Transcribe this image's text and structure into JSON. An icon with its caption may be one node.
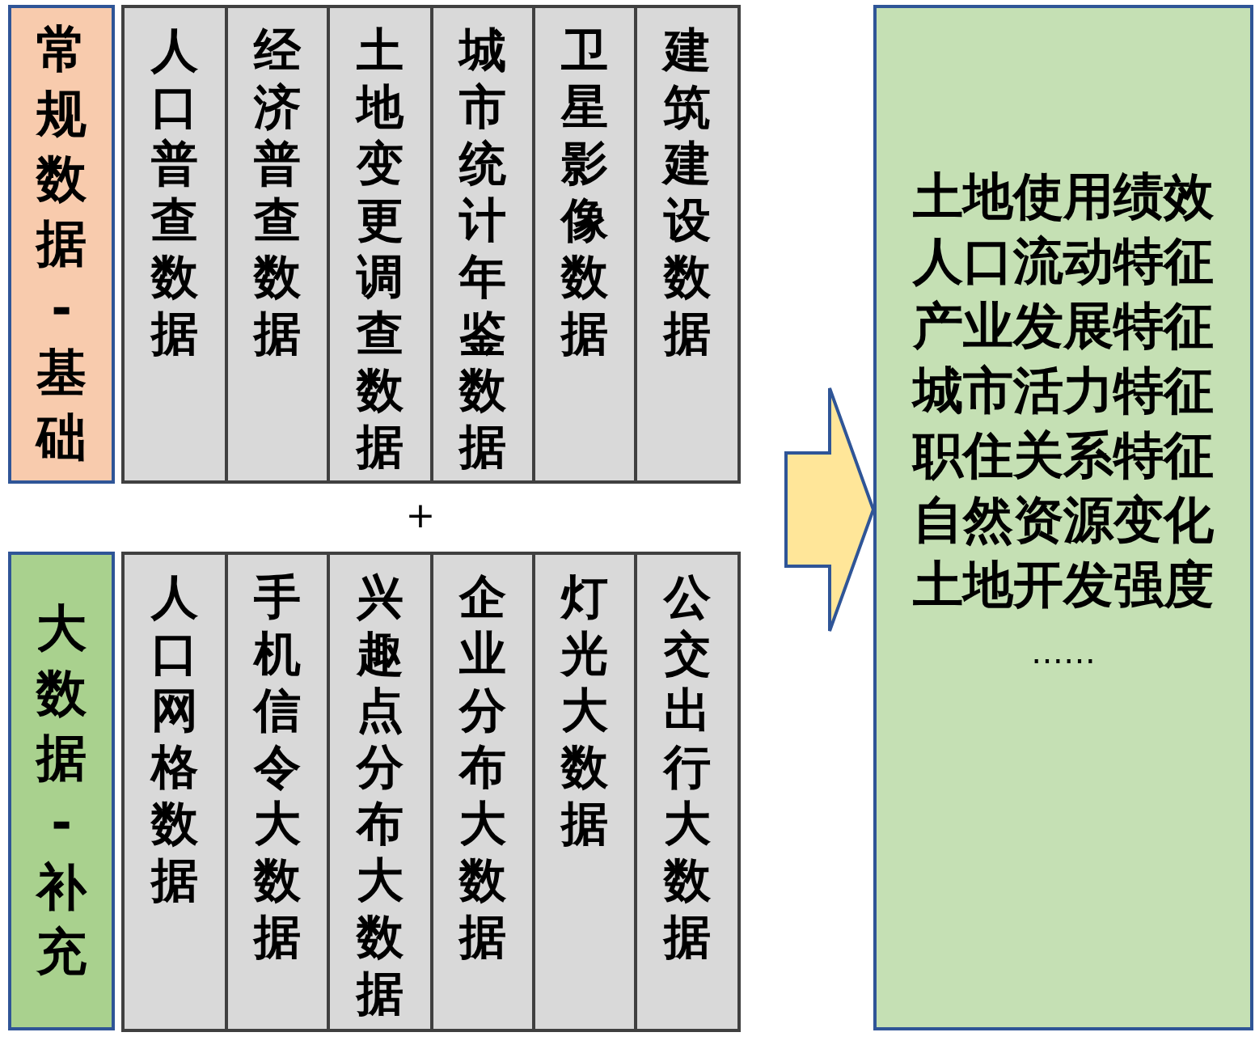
{
  "diagram": {
    "nodes": [
      {
        "text": [
          "常规数据-基础"
        ]
      },
      {
        "text": [
          "人口普查数据"
        ]
      },
      {
        "text": [
          "经济普查数据"
        ]
      },
      {
        "text": [
          "土地变更调查数据"
        ]
      },
      {
        "text": [
          "城市统计年鉴数据"
        ]
      },
      {
        "text": [
          "卫星影像数据"
        ]
      },
      {
        "text": [
          "建筑建设数据"
        ]
      },
      {
        "text": [
          "大数据-补充"
        ]
      },
      {
        "text": [
          "人口网格数据"
        ]
      },
      {
        "text": [
          "手机信令大数据"
        ]
      },
      {
        "text": [
          "兴趣点分布大数据"
        ]
      },
      {
        "text": [
          "企业分布大数据"
        ]
      },
      {
        "text": [
          "灯光大数据"
        ]
      },
      {
        "text": [
          "公交出行大数据"
        ]
      },
      {
        "text": [
          "土地使用绩效",
          "人口流动特征",
          "产业发展特征",
          "城市活力特征",
          "职住关系特征",
          "自然资源变化",
          "土地开发强度",
          "……"
        ]
      }
    ],
    "edges": [
      {
        "from": null,
        "to": 14,
        "arrow": "to"
      }
    ],
    "labels": [
      "+"
    ]
  }
}
